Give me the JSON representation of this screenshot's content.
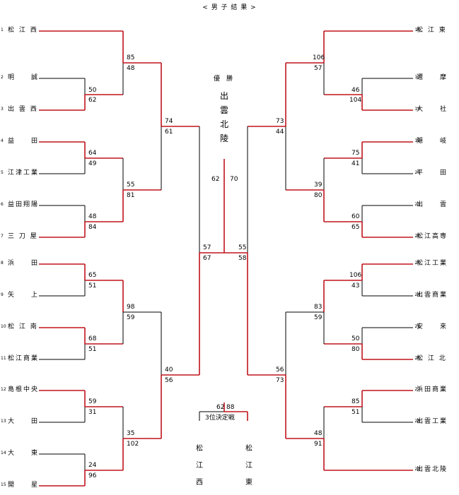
{
  "header": "< 男 子 結 果 >",
  "colors": {
    "win": "#c0141c",
    "line": "#000000"
  },
  "left_teams": [
    {
      "seed": "1",
      "name": "松 江 西"
    },
    {
      "seed": "2",
      "name": "明　　誠"
    },
    {
      "seed": "3",
      "name": "出 雲 西"
    },
    {
      "seed": "4",
      "name": "益　　田"
    },
    {
      "seed": "5",
      "name": "江津工業"
    },
    {
      "seed": "6",
      "name": "益田翔陽"
    },
    {
      "seed": "7",
      "name": "三 刀 屋"
    },
    {
      "seed": "8",
      "name": "浜　　田"
    },
    {
      "seed": "9",
      "name": "矢　　上"
    },
    {
      "seed": "10",
      "name": "松 江 南"
    },
    {
      "seed": "11",
      "name": "松江商業"
    },
    {
      "seed": "12",
      "name": "島根中央"
    },
    {
      "seed": "13",
      "name": "大　　田"
    },
    {
      "seed": "14",
      "name": "大　　東"
    },
    {
      "seed": "15",
      "name": "開　　星"
    }
  ],
  "right_teams": [
    {
      "seed": "16",
      "name": "松 江 東"
    },
    {
      "seed": "17",
      "name": "邇　　摩"
    },
    {
      "seed": "18",
      "name": "大　　社"
    },
    {
      "seed": "19",
      "name": "隠　　岐"
    },
    {
      "seed": "20",
      "name": "平　　田"
    },
    {
      "seed": "21",
      "name": "出　　雲"
    },
    {
      "seed": "22",
      "name": "松江高専"
    },
    {
      "seed": "23",
      "name": "松江工業"
    },
    {
      "seed": "24",
      "name": "出雲商業"
    },
    {
      "seed": "25",
      "name": "安　　来"
    },
    {
      "seed": "26",
      "name": "松 江 北"
    },
    {
      "seed": "27",
      "name": "浜田商業"
    },
    {
      "seed": "28",
      "name": "出雲工業"
    },
    {
      "seed": "29",
      "name": "出雲北陵"
    }
  ],
  "scores": {
    "l_r1_2_3": [
      "50",
      "62"
    ],
    "l_r1_4_5": [
      "64",
      "49"
    ],
    "l_r1_6_7": [
      "48",
      "84"
    ],
    "l_r1_8_9": [
      "65",
      "51"
    ],
    "l_r1_10_11": [
      "68",
      "51"
    ],
    "l_r1_12_13": [
      "59",
      "31"
    ],
    "l_r1_14_15": [
      "24",
      "96"
    ],
    "l_r2_a": [
      "85",
      "48"
    ],
    "l_r2_b": [
      "55",
      "81"
    ],
    "l_r2_c": [
      "98",
      "59"
    ],
    "l_r2_d": [
      "35",
      "102"
    ],
    "l_r3_a": [
      "74",
      "61"
    ],
    "l_r3_b": [
      "40",
      "56"
    ],
    "l_semi": [
      "57",
      "67"
    ],
    "r_r1_17_18": [
      "46",
      "104"
    ],
    "r_r1_19_20": [
      "75",
      "41"
    ],
    "r_r1_21_22": [
      "60",
      "65"
    ],
    "r_r1_23_24": [
      "106",
      "43"
    ],
    "r_r1_25_26": [
      "50",
      "80"
    ],
    "r_r1_27_28": [
      "85",
      "51"
    ],
    "r_r2_a": [
      "106",
      "57"
    ],
    "r_r2_b": [
      "39",
      "80"
    ],
    "r_r2_c": [
      "83",
      "59"
    ],
    "r_r2_d": [
      "48",
      "91"
    ],
    "r_r3_a": [
      "73",
      "44"
    ],
    "r_r3_b": [
      "56",
      "73"
    ],
    "r_semi": [
      "55",
      "58"
    ],
    "final": [
      "62",
      "70"
    ],
    "third": [
      "62",
      "88"
    ]
  },
  "champion": {
    "label": "優　勝",
    "name": [
      "出",
      "雲",
      "北",
      "陵"
    ]
  },
  "third_place": {
    "label": "3位決定戦",
    "left": [
      "松",
      "江",
      "西"
    ],
    "right": [
      "松",
      "江",
      "東"
    ]
  }
}
